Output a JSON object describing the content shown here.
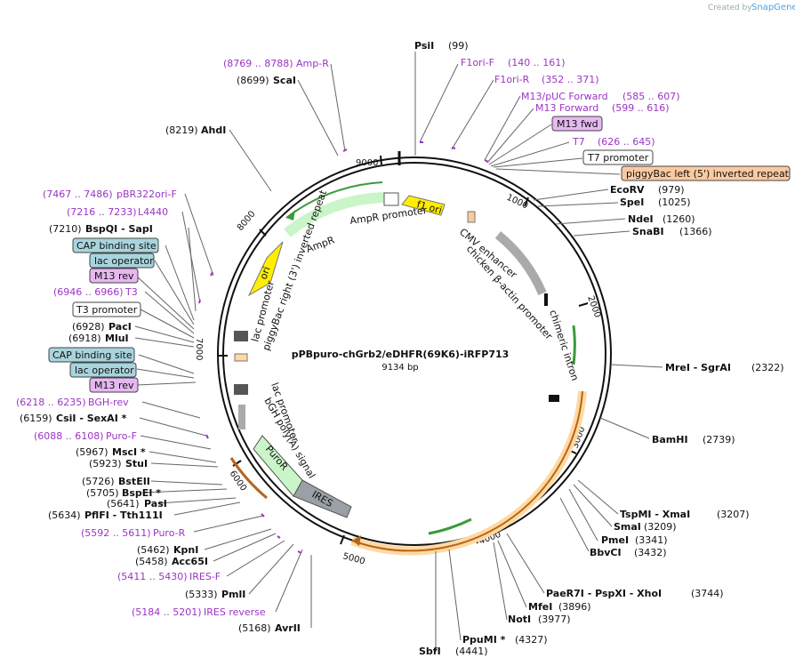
{
  "header": {
    "created_by": "Created by",
    "brand": "SnapGene"
  },
  "plasmid": {
    "name": "pPBpuro-chGrb2/eDHFR(69K6)-iRFP713",
    "length_label": "9134 bp",
    "length": 9134
  },
  "ticks": [
    "1000",
    "2000",
    "3000",
    "4000",
    "5000",
    "6000",
    "7000",
    "8000",
    "9000"
  ],
  "right_sites": [
    {
      "name": "PsiI",
      "pos": "(99)"
    },
    {
      "name": "EcoRV",
      "pos": "(979)"
    },
    {
      "name": "SpeI",
      "pos": "(1025)"
    },
    {
      "name": "NdeI",
      "pos": "(1260)"
    },
    {
      "name": "SnaBI",
      "pos": "(1366)"
    },
    {
      "name": "MreI  -  SgrAI",
      "pos": "(2322)"
    },
    {
      "name": "BamHI",
      "pos": "(2739)"
    },
    {
      "name": "TspMI  -  XmaI",
      "pos": "(3207)"
    },
    {
      "name": "SmaI",
      "pos": "(3209)"
    },
    {
      "name": "PmeI",
      "pos": "(3341)"
    },
    {
      "name": "BbvCI",
      "pos": "(3432)"
    },
    {
      "name": "PaeR7I  -  PspXI  -  XhoI",
      "pos": "(3744)"
    },
    {
      "name": "MfeI",
      "pos": "(3896)"
    },
    {
      "name": "NotI",
      "pos": "(3977)"
    },
    {
      "name": "PpuMI *",
      "pos": "(4327)"
    },
    {
      "name": "SbfI",
      "pos": "(4441)"
    }
  ],
  "right_primers": [
    {
      "name": "F1ori-F",
      "range": "(140 .. 161)"
    },
    {
      "name": "F1ori-R",
      "range": "(352 .. 371)"
    },
    {
      "name": "M13/pUC Forward",
      "range": "(585 .. 607)"
    },
    {
      "name": "M13 Forward",
      "range": "(599 .. 616)"
    },
    {
      "name": "T7",
      "range": "(626 .. 645)"
    }
  ],
  "right_boxes": [
    "M13 fwd",
    "T7 promoter",
    "piggyBac left (5') inverted repeat"
  ],
  "left_sites": [
    {
      "pos": "(8699)",
      "name": "ScaI"
    },
    {
      "pos": "(8219)",
      "name": "AhdI"
    },
    {
      "pos": "(7210)",
      "name": "BspQI  -  SapI"
    },
    {
      "pos": "(6928)",
      "name": "PacI"
    },
    {
      "pos": "(6918)",
      "name": "MluI"
    },
    {
      "pos": "(6159)",
      "name": "CsiI  -  SexAI *"
    },
    {
      "pos": "(5967)",
      "name": "MscI *"
    },
    {
      "pos": "(5923)",
      "name": "StuI"
    },
    {
      "pos": "(5726)",
      "name": "BstEII"
    },
    {
      "pos": "(5705)",
      "name": "BspEI *"
    },
    {
      "pos": "(5641)",
      "name": "PasI"
    },
    {
      "pos": "(5634)",
      "name": "PflFI  -  Tth111I"
    },
    {
      "pos": "(5462)",
      "name": "KpnI"
    },
    {
      "pos": "(5458)",
      "name": "Acc65I"
    },
    {
      "pos": "(5333)",
      "name": "PmlI"
    },
    {
      "pos": "(5168)",
      "name": "AvrII"
    }
  ],
  "left_primers": [
    {
      "range": "(8769 .. 8788)",
      "name": "Amp-R"
    },
    {
      "range": "(7467 .. 7486)",
      "name": "pBR322ori-F"
    },
    {
      "range": "(7216 .. 7233)",
      "name": "L4440"
    },
    {
      "range": "(6946 .. 6966)",
      "name": "T3"
    },
    {
      "range": "(6218 .. 6235)",
      "name": "BGH-rev"
    },
    {
      "range": "(6088 .. 6108)",
      "name": "Puro-F"
    },
    {
      "range": "(5592 .. 5611)",
      "name": "Puro-R"
    },
    {
      "range": "(5411 .. 5430)",
      "name": "IRES-F"
    },
    {
      "range": "(5184 .. 5201)",
      "name": "IRES reverse"
    }
  ],
  "left_boxes": [
    "CAP binding site",
    "lac operator",
    "M13 rev",
    "T3 promoter",
    "CAP binding site",
    "lac operator",
    "M13 rev"
  ],
  "features": {
    "f1_ori": "f1 ori",
    "ampr_promoter": "AmpR promoter",
    "ampr": "AmpR",
    "piggybac_right": "piggyBac right (3') inverted repeat",
    "ori": "ori",
    "lac_promoter_1": "lac promoter",
    "cmv_enhancer": "CMV enhancer",
    "chicken_actin": "chicken β-actin promoter",
    "chimeric_intron": "chimeric intron",
    "lac_promoter_2": "lac promoter",
    "bgh": "bGH poly(A) signal",
    "puror": "PuroR",
    "ires": "IRES"
  },
  "colors": {
    "primer": "#9b34c4",
    "cap_box": "#a8d4de",
    "primer_box": "#e6b8f0",
    "orange_box": "#fbc9a0",
    "ampr": "#c9f5c9",
    "ori": "#ffee00",
    "orf": "#ffd9a0",
    "ires": "#9aa0a6"
  }
}
